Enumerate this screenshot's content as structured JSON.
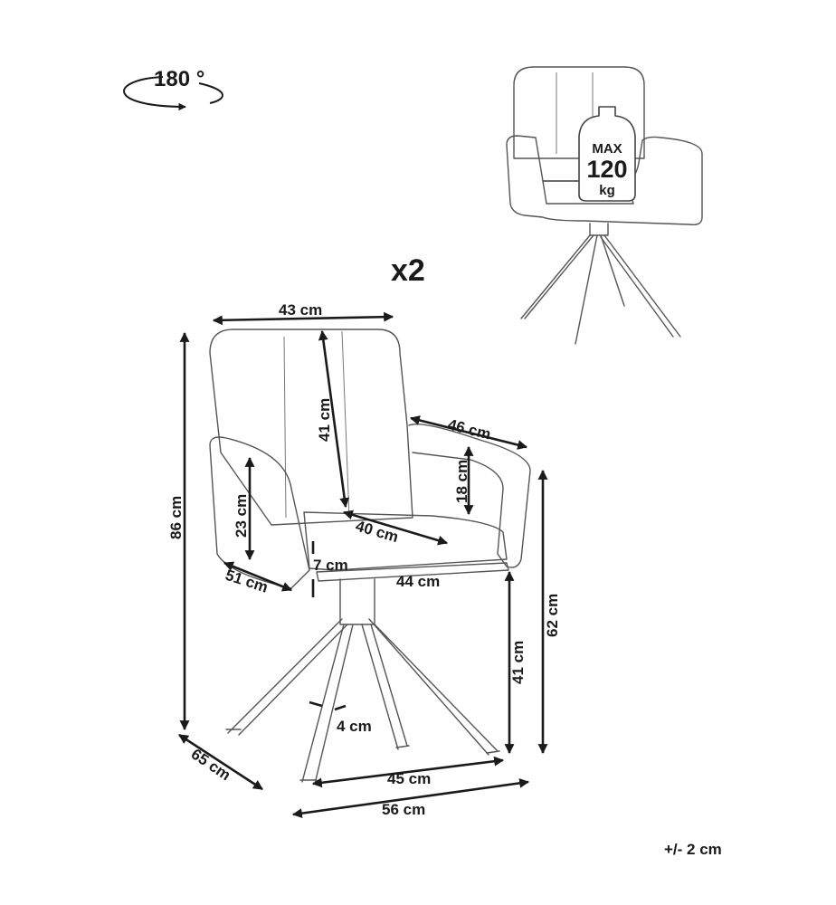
{
  "rotation": {
    "label": "180 °"
  },
  "quantity": {
    "label": "x2"
  },
  "max_load": {
    "line1": "MAX",
    "line2": "120",
    "line3": "kg"
  },
  "dimensions": {
    "width_top": "43 cm",
    "back_height": "41 cm",
    "arm_depth": "46 cm",
    "arm_height": "18 cm",
    "side_height": "23 cm",
    "total_height": "86 cm",
    "seat_depth": "40 cm",
    "seat_gap": "7 cm",
    "seat_width": "44 cm",
    "side_depth": "51 cm",
    "seat_height": "41 cm",
    "arm_floor_height": "62 cm",
    "leg_width": "4 cm",
    "leg_span": "45 cm",
    "overall_depth": "65 cm",
    "overall_width": "56 cm"
  },
  "tolerance": "+/- 2 cm",
  "colors": {
    "outline": "#555555",
    "dimension": "#1a1a1a",
    "background": "#ffffff"
  }
}
